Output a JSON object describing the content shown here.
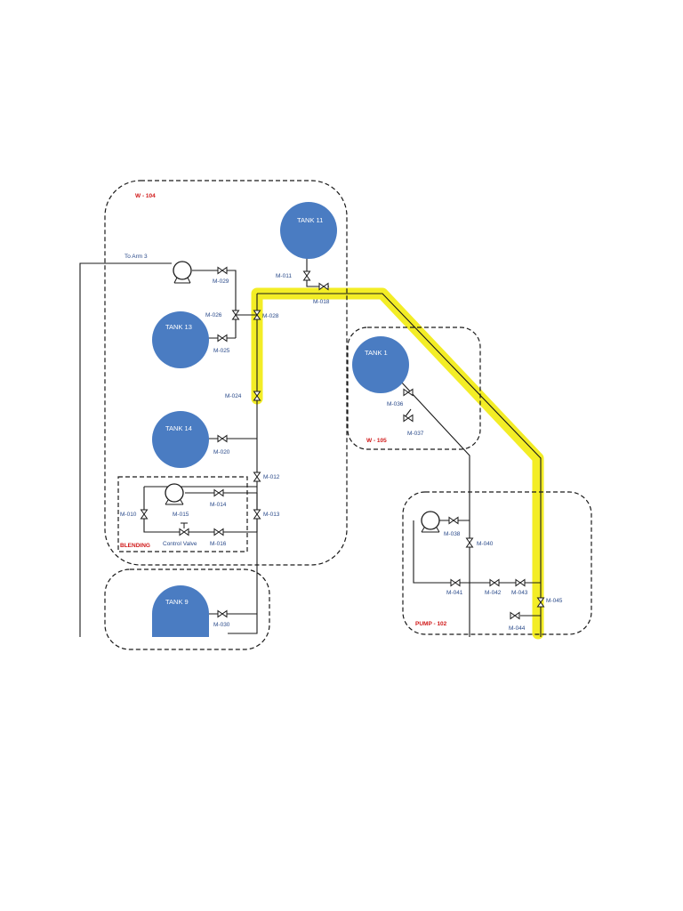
{
  "areas": {
    "a104": "W - 104",
    "a105": "W - 105",
    "blending": "BLENDING",
    "pump102": "PUMP - 102"
  },
  "tanks": {
    "t11": "TANK 11",
    "t13": "TANK 13",
    "t14": "TANK 14",
    "t1": "TANK 1",
    "t9": "TANK 9"
  },
  "labels": {
    "to_arm": "To Arm 3",
    "control_valve": "Control Valve"
  },
  "valves": {
    "m029": "M-029",
    "m011": "M-011",
    "m018b": "M-018",
    "m026": "M-026",
    "m028": "M-028",
    "m025": "M-025",
    "m024": "M-024",
    "m020": "M-020",
    "m012": "M-012",
    "m014": "M-014",
    "m013": "M-013",
    "m010": "M-010",
    "m015": "M-015",
    "m016": "M-016",
    "m030": "M-030",
    "m036": "M-036",
    "m037": "M-037",
    "m038": "M-038",
    "m040": "M-040",
    "m041": "M-041",
    "m042": "M-042",
    "m043": "M-043",
    "m045": "M-045",
    "m044": "M-044"
  },
  "colors": {
    "tank_fill": "#4a7cc2",
    "highlight": "#f2ec1a",
    "area_label": "#d01818",
    "valve_label": "#2a4a8a"
  }
}
